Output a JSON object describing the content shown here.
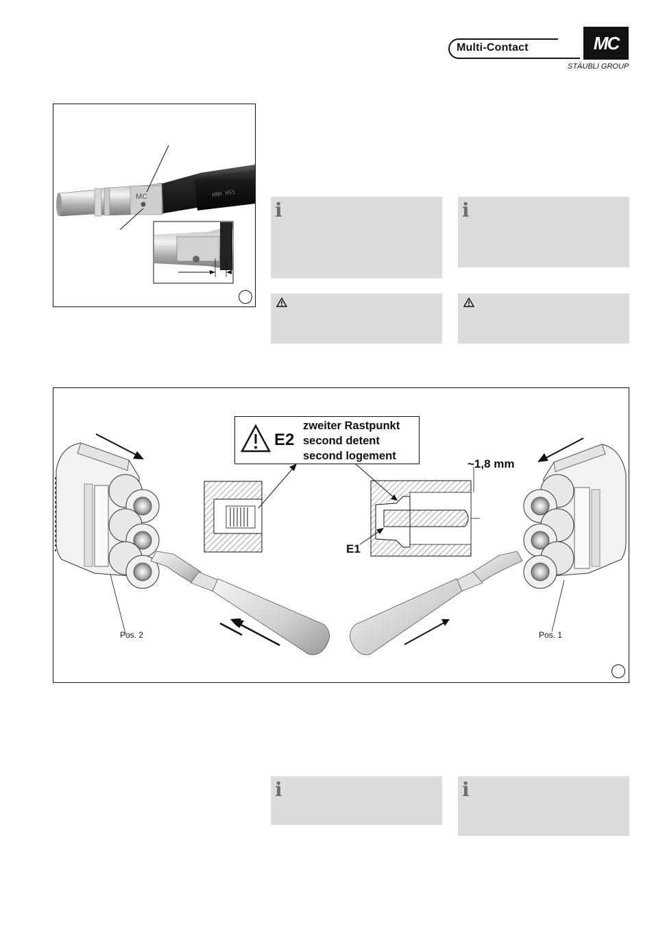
{
  "header": {
    "brand_name": "Multi-Contact",
    "logo_text": "MC",
    "group_name": "STÄUBLI GROUP"
  },
  "figure_top": {
    "mark_text": "MC"
  },
  "figure_main": {
    "callout": {
      "code": "E2",
      "lines": [
        "zweiter Rastpunkt",
        "second detent",
        "second logement"
      ]
    },
    "dimension_label": "~1,8 mm",
    "detent_label": "E1",
    "pos_left": "Pos. 2",
    "pos_right": "Pos. 1"
  },
  "colors": {
    "note_bg": "#dcdcdc",
    "info_icon": "#6e6e6e",
    "ink": "#111111"
  },
  "icons": {
    "info": "info-icon",
    "warning": "warning-triangle-icon"
  }
}
